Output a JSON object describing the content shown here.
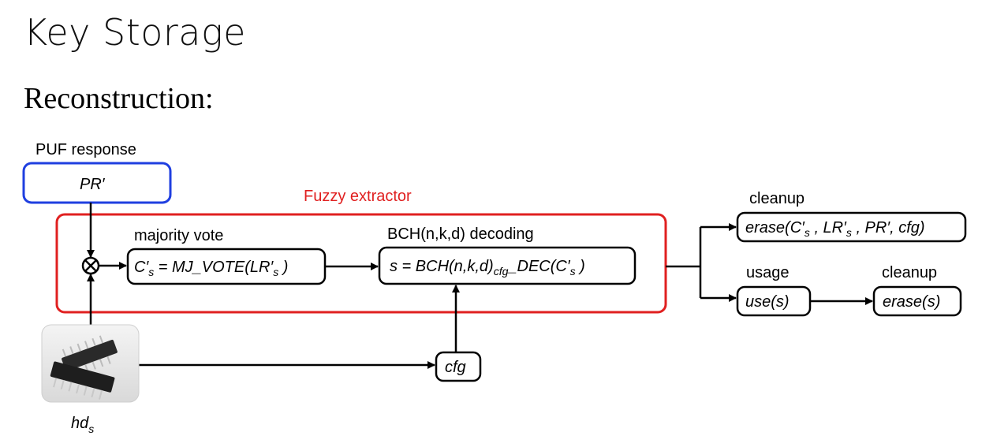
{
  "title": "Key Storage",
  "subtitle": "Reconstruction:",
  "puf": {
    "label": "PUF response",
    "value_main": "PR",
    "value_prime": "′"
  },
  "fuzzy": {
    "label": "Fuzzy extractor",
    "color": "#e02020"
  },
  "majority": {
    "label": "majority vote",
    "eq_a": "C′",
    "eq_sub": "s",
    "eq_b": " = MJ_VOTE(LR′",
    "eq_sub2": "s",
    "eq_c": " )"
  },
  "bch": {
    "label": "BCH(n,k,d)  decoding",
    "eq_a": "s = BCH(n,k,d)",
    "eq_sub": "cfg",
    "eq_b": "_DEC(C′",
    "eq_sub2": "s",
    "eq_c": " )"
  },
  "cfg": {
    "label": "cfg"
  },
  "cleanup1": {
    "label": "cleanup",
    "eq_a": "erase(C′",
    "eq_sub": "s",
    "eq_b": " , LR′",
    "eq_sub2": "s",
    "eq_c": " , PR′, cfg)"
  },
  "usage": {
    "label": "usage",
    "value": "use(s)"
  },
  "cleanup2": {
    "label": "cleanup",
    "value": "erase(s)"
  },
  "hd": {
    "main": "hd",
    "sub": "s"
  },
  "colors": {
    "puf_border": "#1f3fe0",
    "fuzzy_border": "#e02020"
  },
  "icons": {
    "xor": "circled-times-icon",
    "chip": "ic-chip-icon"
  }
}
